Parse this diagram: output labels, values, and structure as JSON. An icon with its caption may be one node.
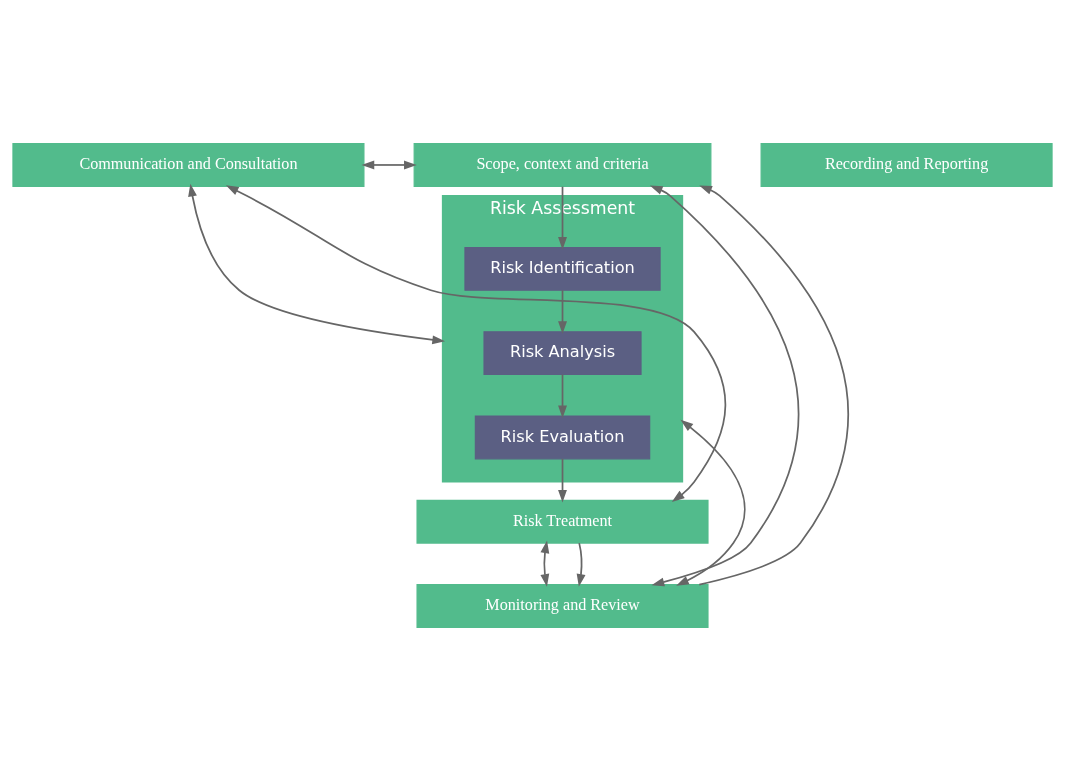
{
  "diagram": {
    "nodes": [
      {
        "text": [
          "Communication and Consultation"
        ]
      },
      {
        "text": [
          "Scope, context and criteria"
        ]
      },
      {
        "text": [
          "Risk Assessment"
        ]
      },
      {
        "text": [
          "Risk Identification"
        ],
        "in": 2
      },
      {
        "text": [
          "Risk Analysis"
        ],
        "in": 2
      },
      {
        "text": [
          "Risk Evaluation"
        ],
        "in": 2
      },
      {
        "text": [
          "Risk Treatment"
        ]
      },
      {
        "text": [
          "Monitoring and Review"
        ]
      },
      {
        "text": [
          "Recording and Reporting"
        ]
      }
    ],
    "edges": [
      {
        "from": 0,
        "to": 1,
        "arrow": "both"
      },
      {
        "from": 0,
        "to": 2,
        "arrow": "both"
      },
      {
        "from": 0,
        "to": 6,
        "arrow": "both"
      },
      {
        "from": 1,
        "to": 7,
        "arrow": "both"
      },
      {
        "from": 2,
        "to": 7,
        "arrow": "both"
      },
      {
        "from": 6,
        "to": 7,
        "arrow": "both"
      },
      {
        "from": 7,
        "to": 1,
        "arrow": "to"
      },
      {
        "from": 1,
        "to": 3,
        "arrow": "to"
      },
      {
        "from": 3,
        "to": 4,
        "arrow": "to"
      },
      {
        "from": 4,
        "to": 5,
        "arrow": "to"
      },
      {
        "from": 5,
        "to": 6,
        "arrow": "to"
      },
      {
        "from": 6,
        "to": 7,
        "arrow": "to"
      }
    ]
  }
}
